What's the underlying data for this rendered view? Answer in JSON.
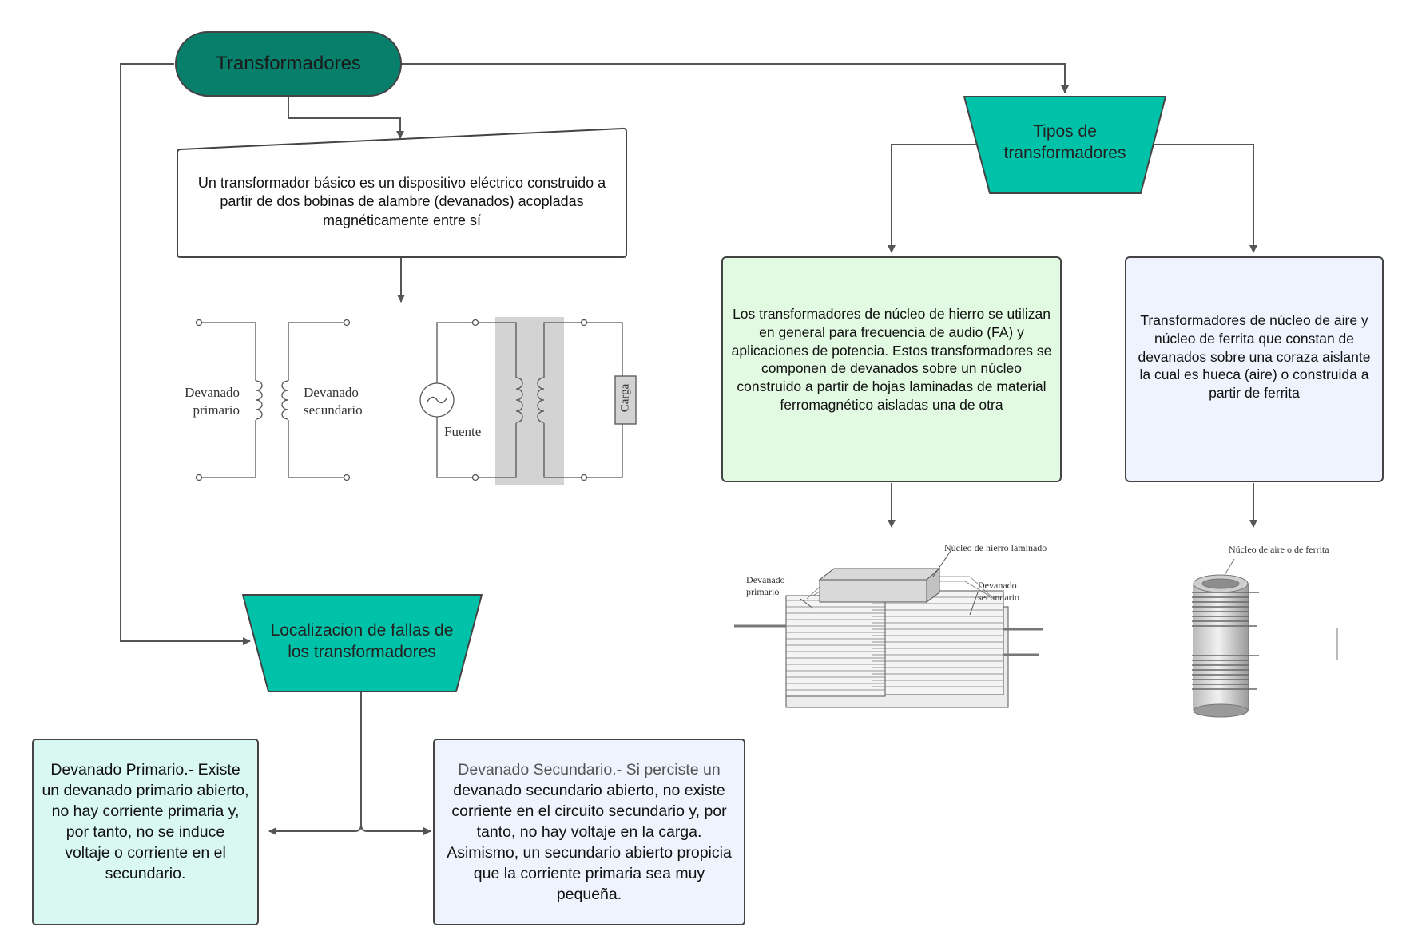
{
  "nodes": {
    "root": {
      "label": "Transformadores",
      "fill": "#077f6b"
    },
    "definition": {
      "text": "Un transformador básico es un dispositivo eléctrico construido a partir de dos bobinas de alambre (devanados) acopladas magnéticamente entre sí"
    },
    "types": {
      "label": "Tipos de transformadores",
      "fill": "#00c2a8"
    },
    "iron_core": {
      "text": "Los transformadores de núcleo de hierro se utilizan en general para frecuencia de audio (FA) y aplicaciones de potencia. Estos transformadores se componen de devanados sobre un núcleo construido a partir de hojas laminadas de material ferromagnético aisladas una de otra",
      "fill": "#e2f9e2"
    },
    "air_core": {
      "text": "Transformadores de núcleo de aire y núcleo de ferrita que constan de devanados sobre una coraza aislante la cual es hueca (aire) o construida a partir de ferrita",
      "fill": "#eef3fd"
    },
    "faults": {
      "label": "Localizacion de fallas de los transformadores",
      "fill": "#00c2a8"
    },
    "primary_fault": {
      "text": "Devanado Primario.- Existe un devanado primario abierto, no hay corriente primaria y, por tanto, no se induce voltaje o corriente en el secundario.",
      "fill": "#d8f8f1"
    },
    "secondary_fault": {
      "lead": "Devanado Secundario.-  Si perciste un",
      "text": "devanado secundario abierto, no existe corriente en el circuito secundario y, por tanto, no hay voltaje en la carga. Asimismo, un secundario abierto propicia que la corriente primaria sea muy pequeña.",
      "fill": "#eef3fd"
    }
  },
  "figures": {
    "basic_schematic": {
      "primary_label": "Devanado primario",
      "secondary_label": "Devanado secundario",
      "source_label": "Fuente",
      "load_label": "Carga"
    },
    "iron_core_figure": {
      "core_label": "Núcleo de hierro laminado",
      "primary_label": "Devanado primario",
      "secondary_label": "Devanado secundario"
    },
    "air_core_figure": {
      "core_label": "Núcleo de aire o de ferrita"
    }
  },
  "colors": {
    "edge": "#555555",
    "box_border": "#444444"
  }
}
